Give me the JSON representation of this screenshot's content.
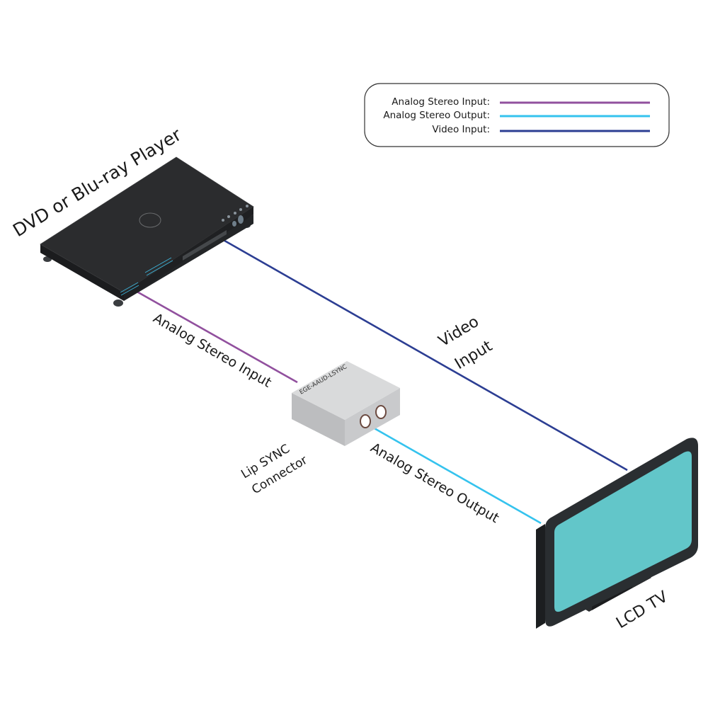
{
  "legend": {
    "items": [
      {
        "label": "Analog Stereo Input:",
        "color": "#91509e"
      },
      {
        "label": "Analog Stereo Output:",
        "color": "#35c3ee"
      },
      {
        "label": "Video Input:",
        "color": "#2c3e93"
      }
    ]
  },
  "devices": {
    "player": {
      "label": "DVD or Blu-ray Player"
    },
    "connector": {
      "label_line1": "Lip SYNC",
      "label_line2": "Connector",
      "model": "EGE-AAUD-LSYNC"
    },
    "tv": {
      "label": "LCD TV",
      "screen_color": "#62c6c9"
    }
  },
  "connections": {
    "analog_input": {
      "label": "Analog Stereo Input",
      "color": "#91509e"
    },
    "analog_output": {
      "label": "Analog Stereo Output",
      "color": "#35c3ee"
    },
    "video_input": {
      "label_line1": "Video",
      "label_line2": "Input",
      "color": "#2c3e93"
    }
  }
}
